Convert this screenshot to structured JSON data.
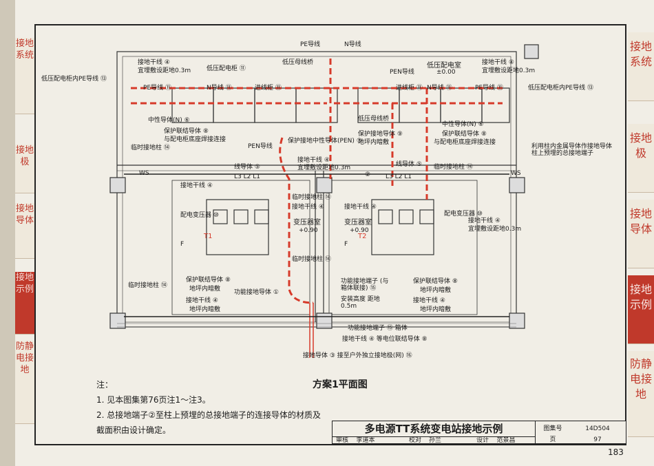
{
  "left_tabs": [
    {
      "label": "接地系统",
      "active": false
    },
    {
      "label": "接地极",
      "active": false
    },
    {
      "label": "接地导体",
      "active": false
    },
    {
      "label": "接地示例",
      "active": true
    },
    {
      "label": "防静电接地",
      "active": false
    }
  ],
  "right_tabs": [
    {
      "label": "接地系统",
      "active": false
    },
    {
      "label": "接地极",
      "active": false
    },
    {
      "label": "接地导体",
      "active": false
    },
    {
      "label": "接地示例",
      "active": true
    },
    {
      "label": "防静电接地",
      "active": false
    }
  ],
  "rooms": {
    "lv_room": "低压配电室",
    "lv_level": "±0.00",
    "tx_room_left": "变压器室",
    "tx_room_right": "变压器室",
    "tx_level": "+0.90",
    "t1": "T1",
    "t2": "T2"
  },
  "labels": {
    "pe_conductor": "PE导线",
    "n_conductor": "N导线",
    "lv_busway": "低压母线桥",
    "lv_cabinet_pe": "低压配电柜内PE导线 ⑬",
    "ground_trunk": "接地干线 ④",
    "burial_depth": "宜埋敷设距地0.3m",
    "lv_cabinet": "低压配电柜 ⑪",
    "pe_bar": "PE导线 ⑪",
    "n_bar": "N导线 ⑪",
    "incoming_cab": "进线柜 ⑪",
    "neutral_conductor": "中性导体(N) ⑥",
    "protective_bond": "保护联结导体 ⑧",
    "weld_base": "与配电柜底座焊接连接",
    "temp_ground_post": "临时接地柱 ⑭",
    "pen_conductor": "PEN导线",
    "pen_grounding": "保护接地中性导体(PEN) ⑦",
    "protective_ground": "保护接地导体 ⑨",
    "floor_concealed": "地坪内暗敷",
    "line_conductor": "线导体 ⑤",
    "l321": "L3 L2 L1",
    "distribution_tx": "配电变压器 ⑩",
    "functional_ground": "功能接地导体 ①",
    "functional_terminal": "功能接地端子 (与箱体联接) ⑮",
    "install_height": "安装高度 距地0.5m",
    "func_terminal_box": "功能接地端子 ⑮ 箱体",
    "equip_bond": "接地干线 ④ 等电位联结导体 ⑧",
    "outdoor_electrode": "接地导体 ③ 接至户外独立接地极(网) ⑯",
    "pillar_terminal": "利用柱内金属导体作接地导体柱上预埋的总接地端子",
    "ws": "WS",
    "f": "F",
    "terminal_2": "②"
  },
  "plan_title": "方案1平面图",
  "notes": {
    "head": "注：",
    "n1": "1. 见本图集第76页注1～注3。",
    "n2": "2. 总接地端子②至柱上预埋的总接地端子的连接导体的材质及截面积由设计确定。"
  },
  "title_block": {
    "title": "多电源TT系统变电站接地示例",
    "atlas_label": "图集号",
    "atlas_no": "14D504",
    "review": "审核",
    "reviewer": "李道本",
    "check": "校对",
    "checker": "孙兰",
    "design": "设计",
    "designer": "范景昌",
    "page_label": "页",
    "page": "97"
  },
  "book_page": "183",
  "colors": {
    "red_line": "#d63a2a",
    "ink": "#1c1c1c",
    "tab_red": "#c0392b"
  }
}
